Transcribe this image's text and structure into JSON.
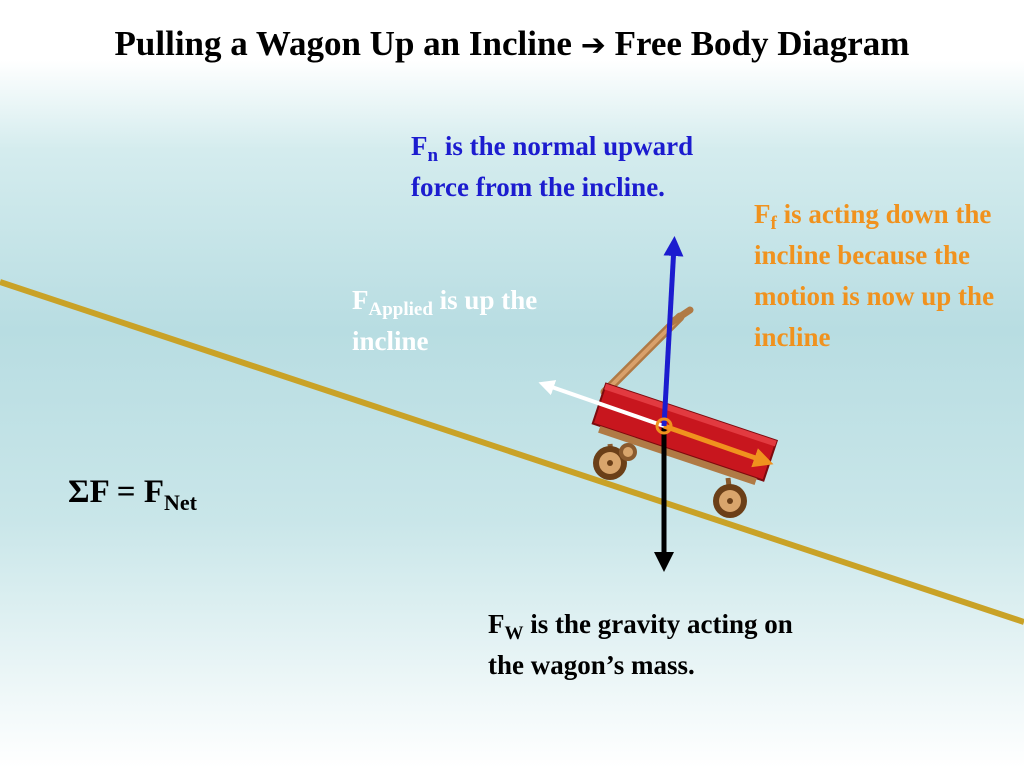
{
  "title": {
    "part1": "Pulling a Wagon Up an Incline",
    "arrow": "➔",
    "part2": "Free Body Diagram"
  },
  "normal_force": {
    "symbol": "F",
    "subscript": "n",
    "text": " is the normal upward force from the incline.",
    "color": "#1c1ccf"
  },
  "friction_force": {
    "symbol": "F",
    "subscript": "f",
    "text": "  is acting down the incline because the motion is now up the incline",
    "color": "#f0921e"
  },
  "applied_force": {
    "symbol": "F",
    "subscript": "Applied",
    "text": " is up the incline",
    "color": "#ffffff"
  },
  "weight_force": {
    "symbol": "F",
    "subscript": "W",
    "text": " is the gravity acting on the wagon’s mass.",
    "color": "#000000"
  },
  "equation": {
    "lhs": "ΣF = F",
    "subscript": "Net"
  },
  "colors": {
    "incline": "#c9a227",
    "wagon_body": "#c8161e",
    "wood": "#c58a52"
  }
}
